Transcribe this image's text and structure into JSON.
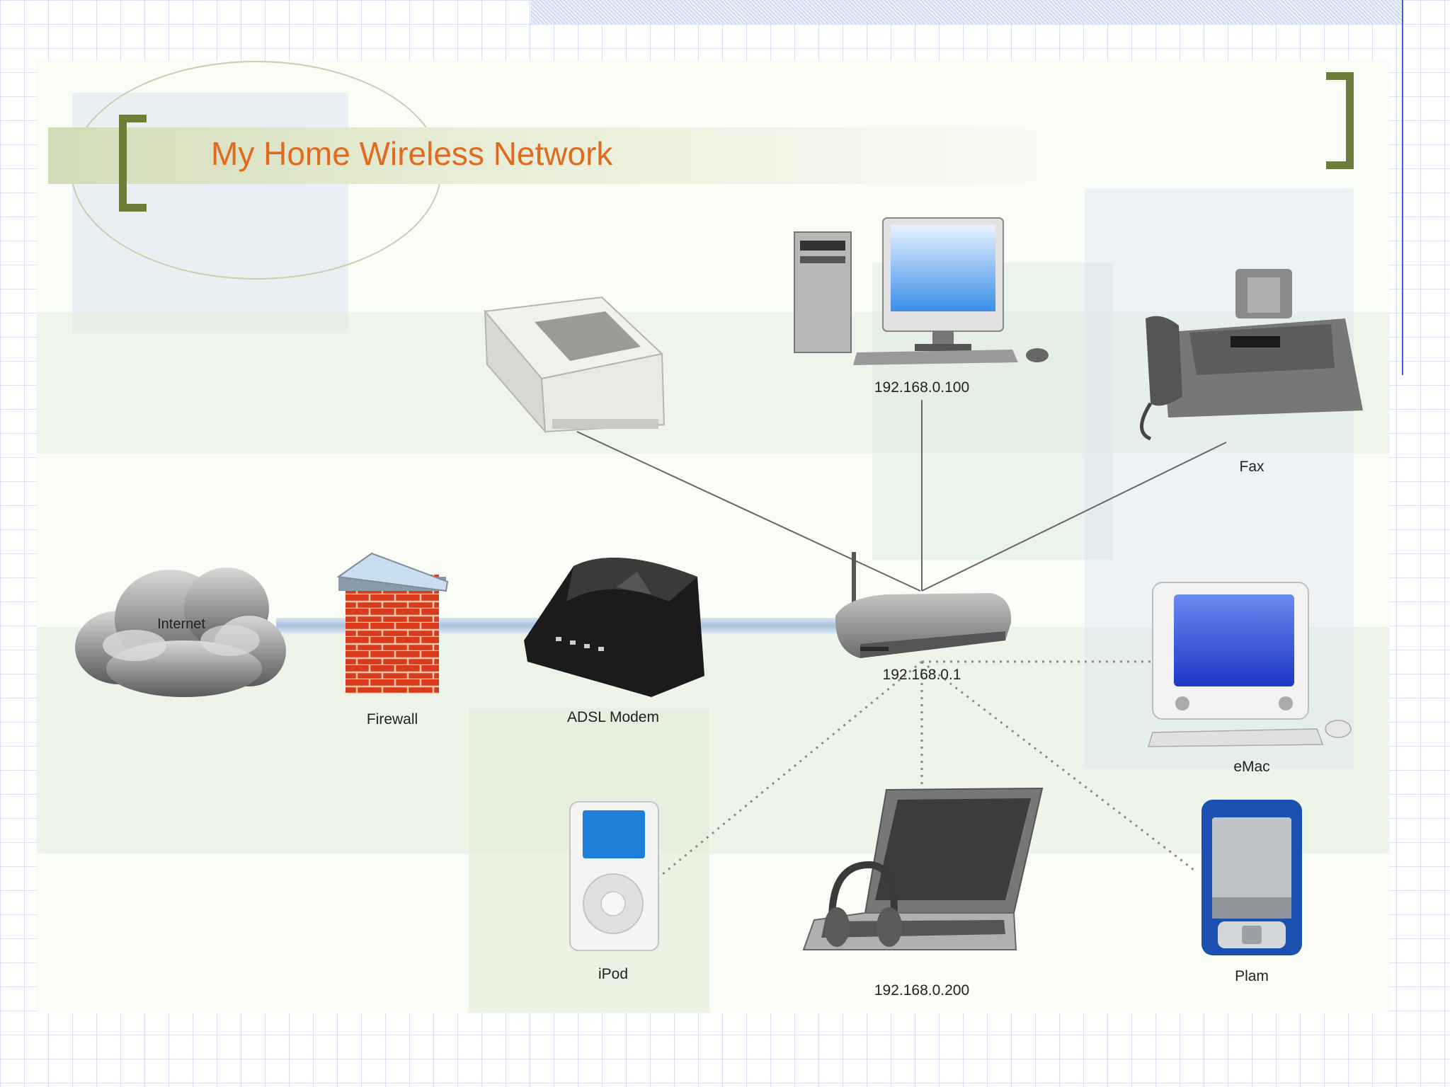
{
  "slide": {
    "title": "My Home Wireless Network"
  },
  "nodes": {
    "internet": {
      "label": "Internet",
      "icon": "cloud-icon"
    },
    "firewall": {
      "label": "Firewall",
      "icon": "firewall-icon"
    },
    "modem": {
      "label": "ADSL Modem",
      "icon": "modem-icon"
    },
    "router": {
      "label": "192.168.0.1",
      "icon": "wireless-router-icon"
    },
    "printer": {
      "icon": "printer-icon"
    },
    "desktop": {
      "label": "192.168.0.100",
      "icon": "desktop-computer-icon"
    },
    "fax": {
      "label": "Fax",
      "icon": "fax-machine-icon"
    },
    "emac": {
      "label": "eMac",
      "icon": "emac-computer-icon"
    },
    "ipod": {
      "label": "iPod",
      "icon": "ipod-icon"
    },
    "laptop": {
      "label": "192.168.0.200",
      "icon": "laptop-icon"
    },
    "palm": {
      "label": "Plam",
      "icon": "pda-icon"
    }
  },
  "colors": {
    "title": "#e26a1f",
    "bracket": "#6f7d3a",
    "link": "#a8c0dc",
    "wired": "#666666",
    "wireless": "#8a8a8a"
  }
}
